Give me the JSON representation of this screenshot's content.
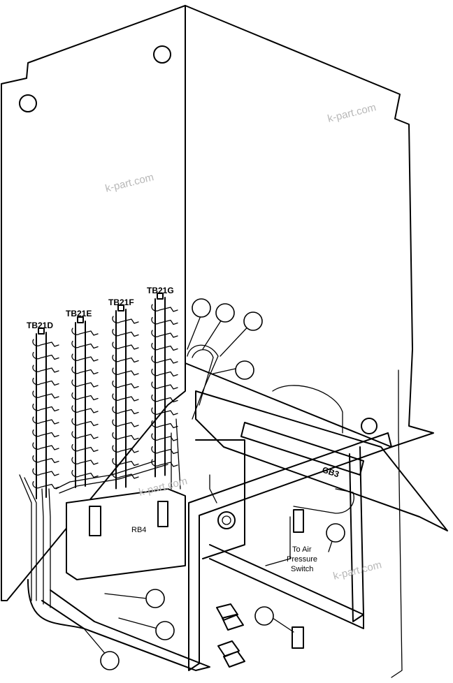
{
  "watermark": "k-part.com",
  "terminal_blocks": [
    "TB21D",
    "TB21E",
    "TB21F",
    "TB21G"
  ],
  "labels": {
    "relay_board": "RB4",
    "ground_bar": "GB3",
    "air_pressure_1": "To Air",
    "air_pressure_2": "Pressure",
    "air_pressure_3": "Switch"
  },
  "colors": {
    "line": "#000000",
    "background": "#ffffff",
    "watermark": "#b8b8b8"
  }
}
